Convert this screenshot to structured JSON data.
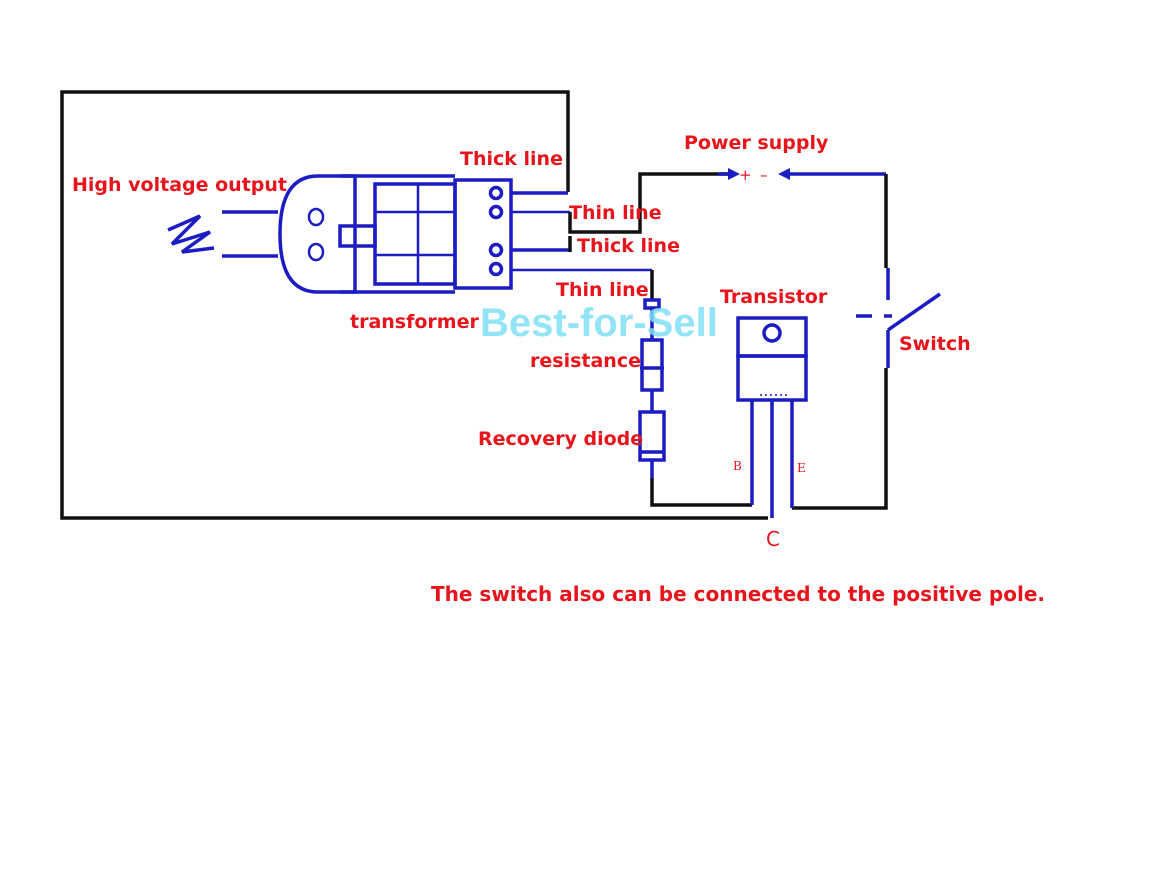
{
  "labels": {
    "high_voltage_output": "High voltage output",
    "transformer": "transformer",
    "thick_line_top": "Thick line",
    "thin_line_top": "Thin line",
    "thick_line_mid": "Thick line",
    "thin_line_bottom": "Thin line",
    "power_supply": "Power supply",
    "power_plus": "+",
    "power_minus": "–",
    "transistor": "Transistor",
    "switch": "Switch",
    "resistance": "resistance",
    "recovery_diode": "Recovery diode",
    "pin_b": "B",
    "pin_e": "E",
    "pin_c": "C",
    "watermark": "Best-for-Sell",
    "note": "The switch also can be connected to the positive pole."
  },
  "colors": {
    "label_red": "#e8141c",
    "component_blue": "#1c1cc4",
    "wire_black": "#111111",
    "watermark_cyan": "#7fe0f5"
  }
}
